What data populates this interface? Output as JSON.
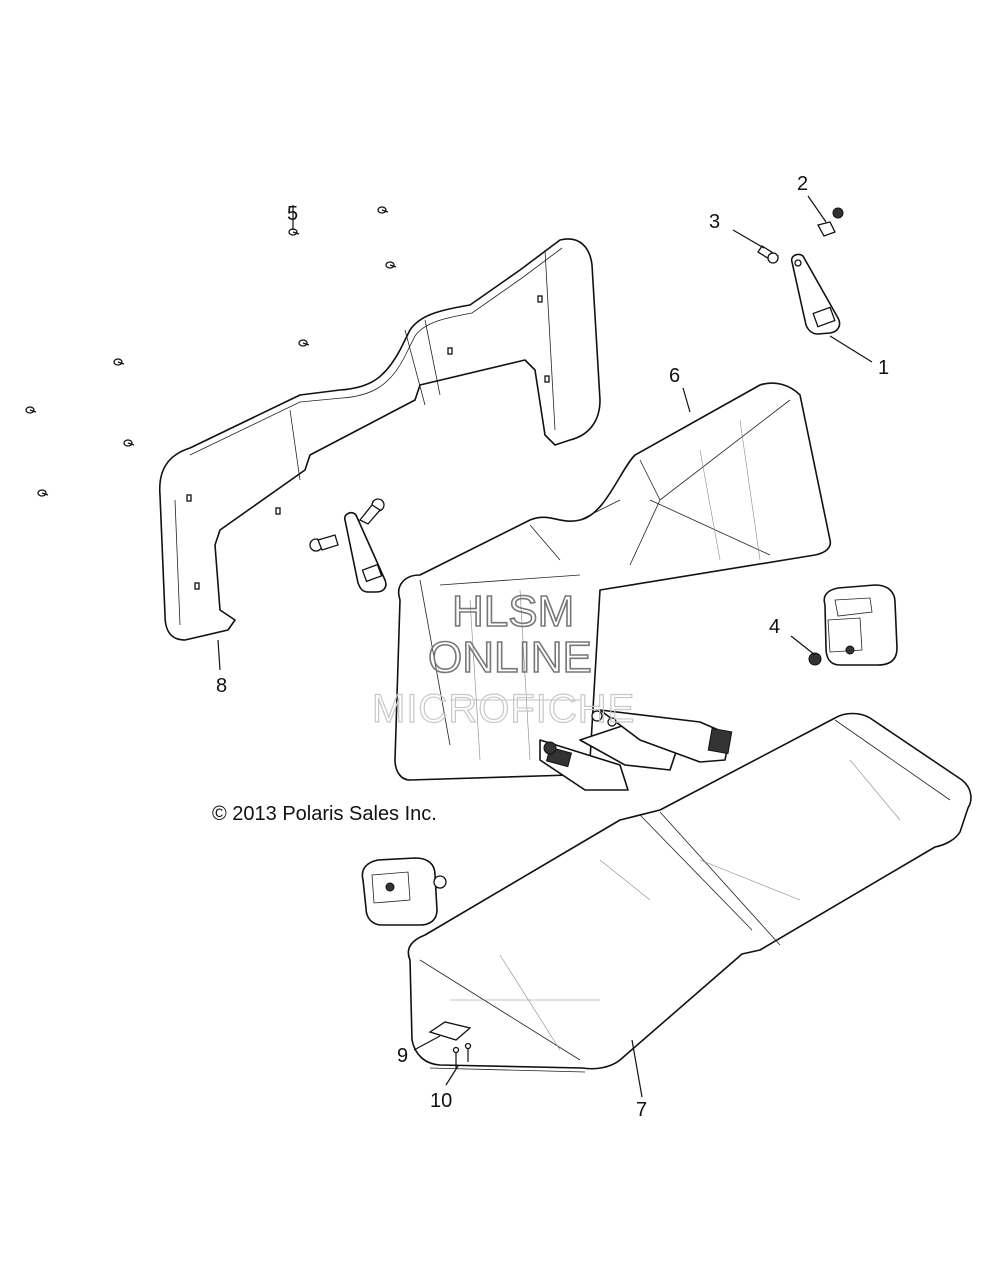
{
  "callouts": {
    "c1": "1",
    "c2": "2",
    "c3": "3",
    "c4": "4",
    "c5": "5",
    "c6": "6",
    "c7": "7",
    "c8": "8",
    "c9": "9",
    "c10": "10"
  },
  "copyright": "© 2013 Polaris Sales Inc.",
  "watermark": {
    "line1": "HLSM",
    "line2": "ONLINE",
    "line3": "MICROFICHE"
  }
}
